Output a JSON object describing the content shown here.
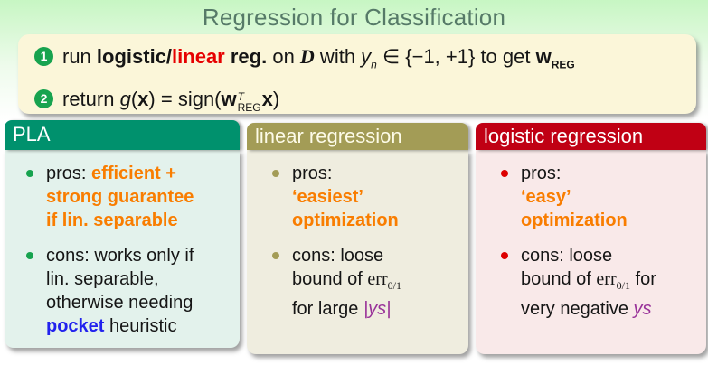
{
  "title": "Regression for Classification",
  "steps": [
    {
      "num": "1",
      "line": [
        {
          "t": "run "
        },
        {
          "t": "logistic/",
          "s": "b"
        },
        {
          "t": "linear",
          "s": "br"
        },
        {
          "t": " reg.",
          "s": "b"
        },
        {
          "t": " on "
        },
        {
          "t": "D",
          "s": "scr"
        },
        {
          "t": " with "
        },
        {
          "t": "y",
          "s": "i",
          "sub": "n"
        },
        {
          "t": " ∈ {−1, +1} to get "
        },
        {
          "t": "w",
          "s": "b",
          "sub": "REG"
        }
      ]
    },
    {
      "num": "2",
      "line": [
        {
          "t": "return "
        },
        {
          "t": "g",
          "s": "i"
        },
        {
          "t": "("
        },
        {
          "t": "x",
          "s": "b"
        },
        {
          "t": ") = sign("
        },
        {
          "t": "w",
          "s": "b",
          "stack": {
            "sup": "T",
            "sub": "REG"
          }
        },
        {
          "t": "x",
          "s": "b"
        },
        {
          "t": ")"
        }
      ]
    }
  ],
  "columns": [
    {
      "header": "PLA",
      "items": [
        {
          "label": "pros",
          "lines": [
            [
              {
                "t": "pros: "
              },
              {
                "t": "efficient +",
                "s": "o"
              }
            ],
            [
              {
                "t": "strong guarantee",
                "s": "o"
              }
            ],
            [
              {
                "t": "if lin. separable",
                "s": "o"
              }
            ]
          ]
        },
        {
          "label": "cons",
          "lines": [
            [
              {
                "t": "cons: works only if"
              }
            ],
            [
              {
                "t": "lin. separable,"
              }
            ],
            [
              {
                "t": "otherwise needing"
              }
            ],
            [
              {
                "t": "pocket",
                "s": "bl"
              },
              {
                "t": " heuristic"
              }
            ]
          ]
        }
      ]
    },
    {
      "header": "linear regression",
      "items": [
        {
          "label": "pros",
          "lines": [
            [
              {
                "t": "pros:"
              }
            ],
            [
              {
                "t": "‘easiest’",
                "s": "o"
              }
            ],
            [
              {
                "t": "optimization",
                "s": "o"
              }
            ]
          ]
        },
        {
          "label": "cons",
          "lines": [
            [
              {
                "t": "cons: loose"
              }
            ],
            [
              {
                "t": "bound of "
              },
              {
                "t": "err",
                "s": "rm",
                "sub": "0/1"
              }
            ],
            [
              {
                "t": "for large "
              },
              {
                "t": "|ys|",
                "s": "p"
              }
            ]
          ]
        }
      ]
    },
    {
      "header": "logistic regression",
      "items": [
        {
          "label": "pros",
          "lines": [
            [
              {
                "t": "pros:"
              }
            ],
            [
              {
                "t": "‘easy’",
                "s": "o"
              }
            ],
            [
              {
                "t": "optimization",
                "s": "o"
              }
            ]
          ]
        },
        {
          "label": "cons",
          "lines": [
            [
              {
                "t": "cons: loose"
              }
            ],
            [
              {
                "t": "bound of "
              },
              {
                "t": "err",
                "s": "rm",
                "sub": "0/1"
              },
              {
                "t": " for"
              }
            ],
            [
              {
                "t": "very negative "
              },
              {
                "t": "ys",
                "s": "p"
              }
            ]
          ]
        }
      ]
    }
  ],
  "colors": {
    "pla_header": "#00916d",
    "linear_header": "#a39c56",
    "logistic_header": "#c00014",
    "pla_body": "#e3f2ec",
    "linear_body": "#efeddf",
    "logistic_body": "#f9e9e9",
    "step_badge_green": "#17a34f",
    "accent_orange": "#f97d00",
    "accent_blue": "#2222ee",
    "accent_purple": "#993299",
    "accent_red": "#e60000",
    "title_text": "#567a68"
  }
}
